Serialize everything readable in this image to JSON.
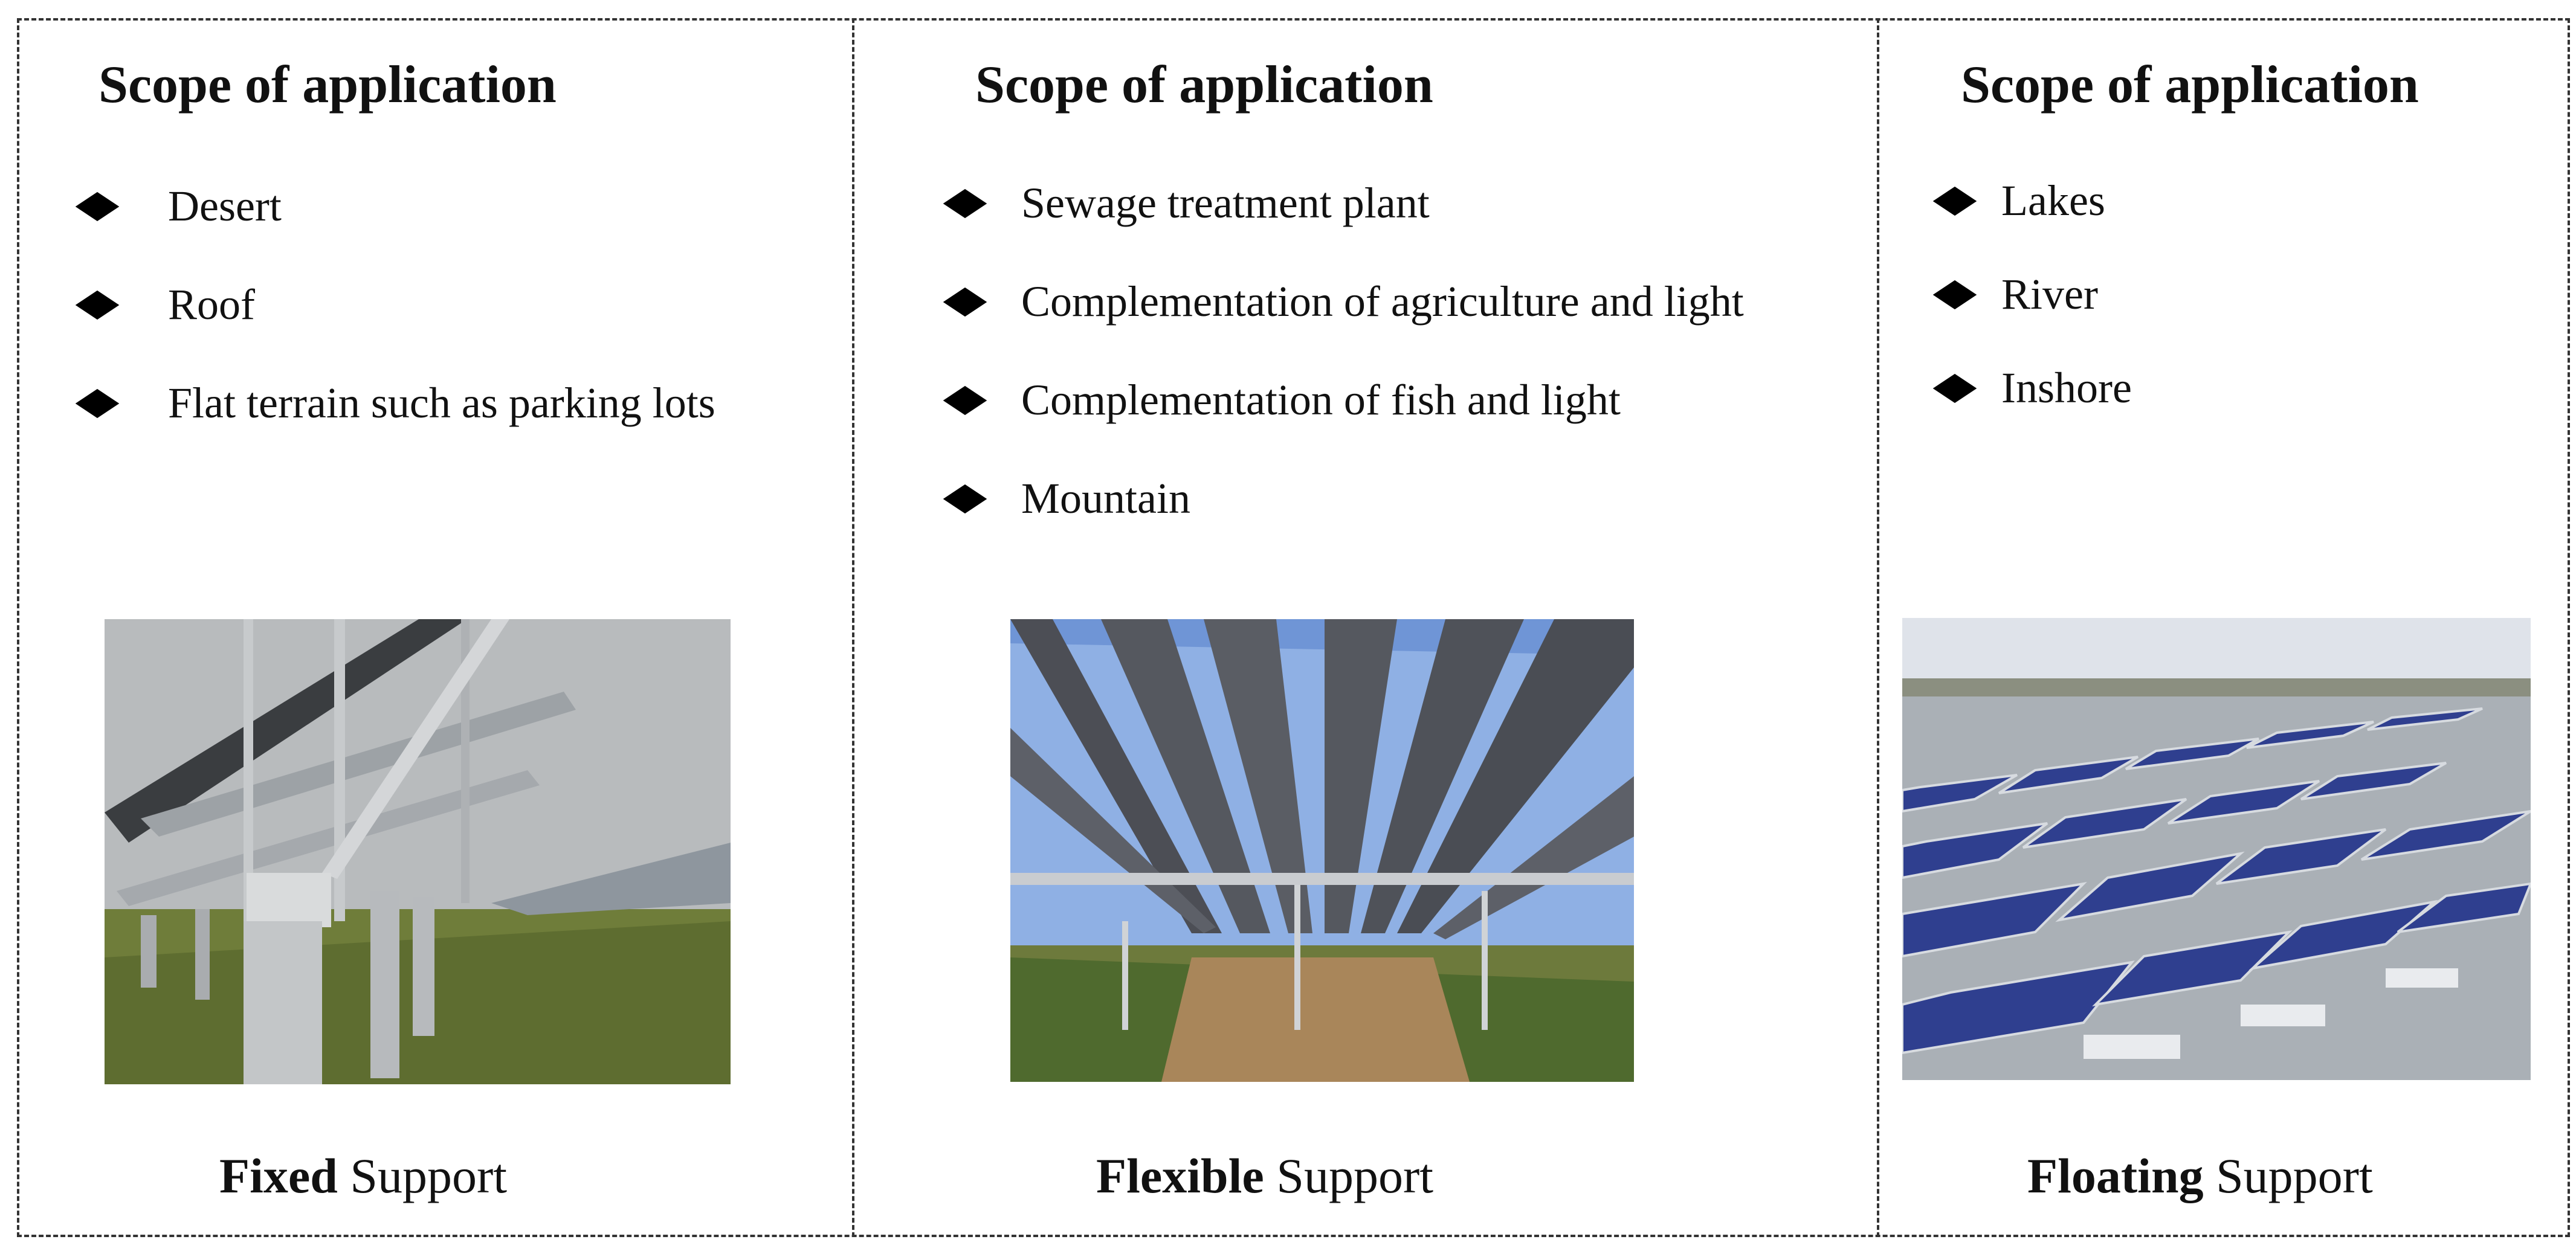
{
  "panels": [
    {
      "heading": "Scope of application",
      "items": [
        "Desert",
        "Roof",
        "Flat terrain such as parking lots"
      ],
      "caption_bold": "Fixed",
      "caption_rest": "Support",
      "photo_subject": "fixed-mount-photo"
    },
    {
      "heading": "Scope of application",
      "items": [
        "Sewage treatment plant",
        "Complementation of agriculture and light",
        "Complementation of fish and light",
        "Mountain"
      ],
      "caption_bold": "Flexible",
      "caption_rest": "Support",
      "photo_subject": "flexible-mount-photo"
    },
    {
      "heading": "Scope of application",
      "items": [
        "Lakes",
        "River",
        "Inshore"
      ],
      "caption_bold": "Floating",
      "caption_rest": "Support",
      "photo_subject": "floating-mount-photo"
    }
  ],
  "colors": {
    "border": "#333333",
    "sky": "#9fb8e6",
    "panel_blue": "#2f3f8f",
    "grass": "#6f7d3a",
    "steel": "#b9bcbf"
  }
}
